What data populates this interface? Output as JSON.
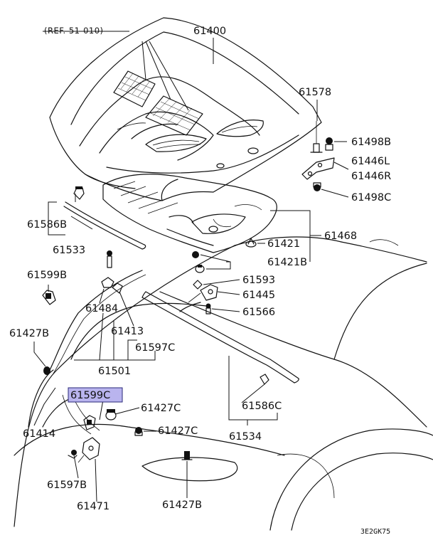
{
  "diagram": {
    "drawing_code": "3E2GK75",
    "highlighted_part": "61599C",
    "labels": [
      {
        "id": "ref",
        "text": "(REF. 51-010)"
      },
      {
        "id": "61400",
        "text": "61400"
      },
      {
        "id": "61578",
        "text": "61578"
      },
      {
        "id": "61498B",
        "text": "61498B"
      },
      {
        "id": "61446L",
        "text": "61446L"
      },
      {
        "id": "61446R",
        "text": "61446R"
      },
      {
        "id": "61498C",
        "text": "61498C"
      },
      {
        "id": "61586B",
        "text": "61586B"
      },
      {
        "id": "61533",
        "text": "61533"
      },
      {
        "id": "61421",
        "text": "61421"
      },
      {
        "id": "61468",
        "text": "61468"
      },
      {
        "id": "61421B",
        "text": "61421B"
      },
      {
        "id": "61599B",
        "text": "61599B"
      },
      {
        "id": "61593",
        "text": "61593"
      },
      {
        "id": "61484",
        "text": "61484"
      },
      {
        "id": "61445",
        "text": "61445"
      },
      {
        "id": "61566",
        "text": "61566"
      },
      {
        "id": "61427B_a",
        "text": "61427B"
      },
      {
        "id": "61413",
        "text": "61413"
      },
      {
        "id": "61597C",
        "text": "61597C"
      },
      {
        "id": "61501",
        "text": "61501"
      },
      {
        "id": "61599C",
        "text": "61599C"
      },
      {
        "id": "61427C_a",
        "text": "61427C"
      },
      {
        "id": "61586C",
        "text": "61586C"
      },
      {
        "id": "61427C_b",
        "text": "61427C"
      },
      {
        "id": "61534",
        "text": "61534"
      },
      {
        "id": "61414",
        "text": "61414"
      },
      {
        "id": "61597B",
        "text": "61597B"
      },
      {
        "id": "61471",
        "text": "61471"
      },
      {
        "id": "61427B_b",
        "text": "61427B"
      }
    ]
  }
}
